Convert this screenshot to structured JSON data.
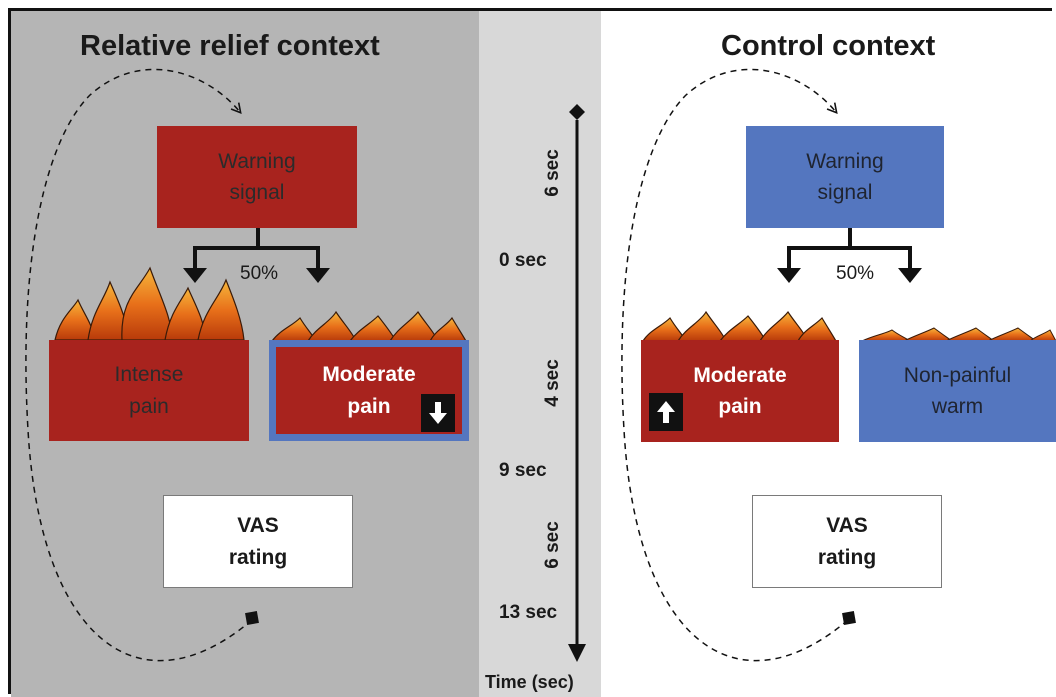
{
  "left": {
    "title": "Relative relief context",
    "warning": "Warning\nsignal",
    "probability": "50%",
    "outcome_a": "Intense\npain",
    "outcome_b": "Moderate\npain",
    "rating": "VAS\nrating"
  },
  "right": {
    "title": "Control context",
    "warning": "Warning\nsignal",
    "probability": "50%",
    "outcome_a": "Moderate\npain",
    "outcome_b": "Non-painful\nwarm",
    "rating": "VAS\nrating"
  },
  "timeline": {
    "segments": [
      "6 sec",
      "4 sec",
      "6 sec"
    ],
    "marks": [
      "0 sec",
      "9 sec",
      "13 sec"
    ],
    "axis_label": "Time (sec)"
  },
  "colors": {
    "relief_background": "#b5b5b5",
    "timeline_background": "#d8d8d8",
    "pain_red": "#a8231e",
    "warm_blue": "#5476bf"
  },
  "icons": {
    "flames": "flame-icon",
    "decrease": "down-arrow-icon",
    "increase": "up-arrow-icon"
  }
}
